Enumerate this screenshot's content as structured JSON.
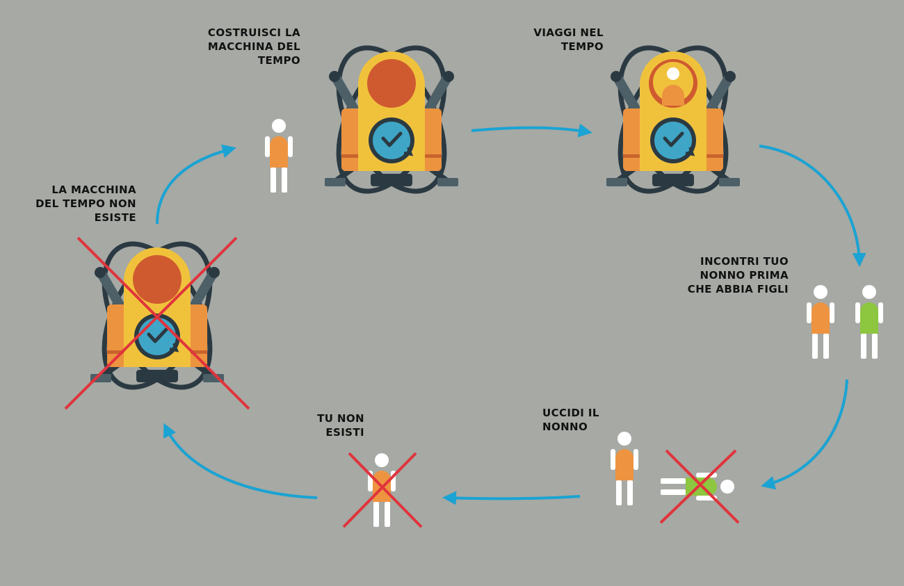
{
  "colors": {
    "background": "#a6a9a4",
    "arrow": "#1aa3d3",
    "cross": "#e0343c",
    "machine_body": "#f0c23c",
    "machine_side": "#ec933f",
    "machine_dome": "#cf5a2f",
    "clock_face": "#3fa6c7",
    "dark": "#2b3a42",
    "person_body": "#ee9440",
    "grandpa_body": "#8dc63f",
    "white": "#ffffff"
  },
  "icons": {
    "machine": "time-machine-icon",
    "person": "person-icon",
    "grandpa": "grandfather-icon",
    "cross": "cross-out-icon",
    "arrow": "curved-arrow-icon"
  },
  "steps": {
    "build": {
      "lines": [
        "COSTRUISCI LA",
        "MACCHINA DEL",
        "TEMPO"
      ]
    },
    "travel": {
      "lines": [
        "VIAGGI NEL",
        "TEMPO"
      ]
    },
    "meet": {
      "lines": [
        "INCONTRI TUO",
        "NONNO PRIMA",
        "CHE ABBIA FIGLI"
      ]
    },
    "kill": {
      "lines": [
        "UCCIDI IL",
        "NONNO"
      ]
    },
    "not_exist": {
      "lines": [
        "TU NON",
        "ESISTI"
      ]
    },
    "no_machine": {
      "lines": [
        "LA MACCHINA",
        "DEL TEMPO NON",
        "ESISTE"
      ]
    }
  }
}
